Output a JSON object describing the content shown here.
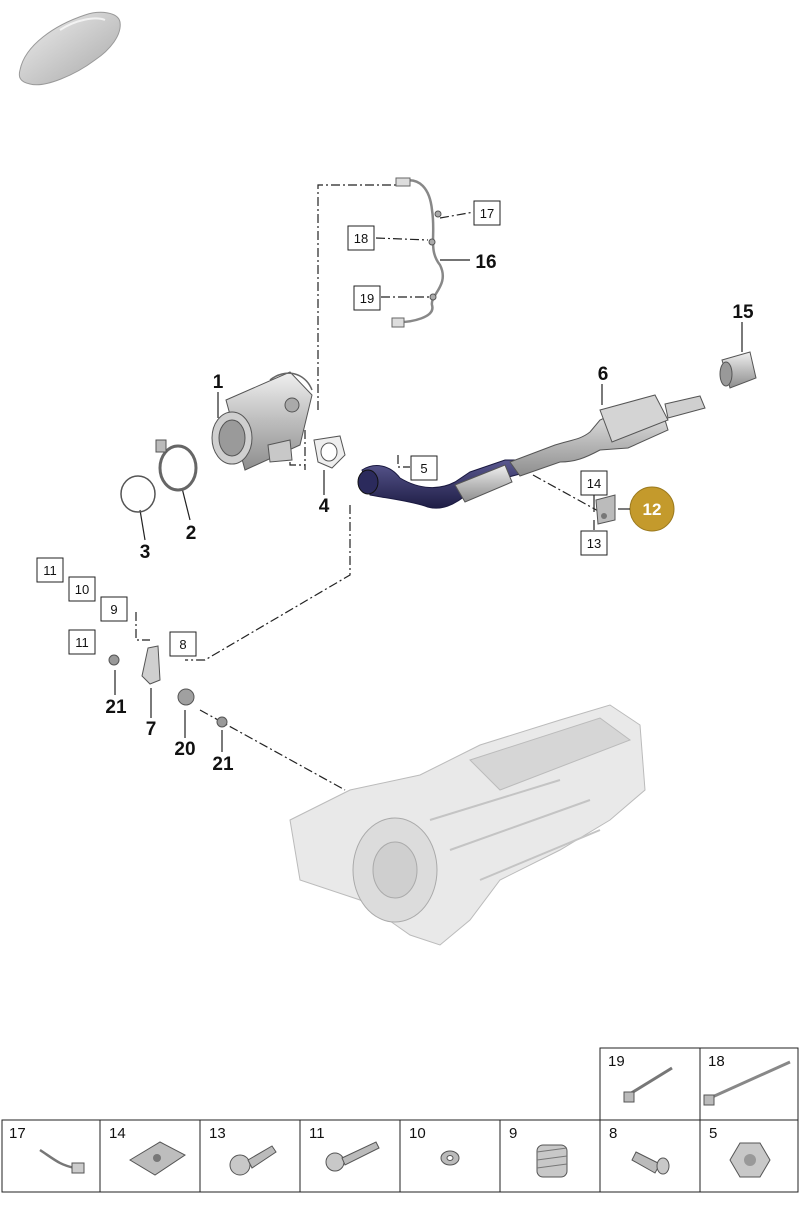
{
  "parts": [
    {
      "id": "p1",
      "label": "1"
    },
    {
      "id": "p2",
      "label": "2"
    },
    {
      "id": "p3",
      "label": "3"
    },
    {
      "id": "p4",
      "label": "4"
    },
    {
      "id": "p6",
      "label": "6"
    },
    {
      "id": "p7",
      "label": "7"
    },
    {
      "id": "p15",
      "label": "15"
    },
    {
      "id": "p16",
      "label": "16"
    },
    {
      "id": "p20",
      "label": "20"
    },
    {
      "id": "p21a",
      "label": "21"
    },
    {
      "id": "p21b",
      "label": "21"
    }
  ],
  "boxed_refs": {
    "r5": "5",
    "r8": "8",
    "r9": "9",
    "r10": "10",
    "r11a": "11",
    "r11b": "11",
    "r13": "13",
    "r14": "14",
    "r17": "17",
    "r18": "18",
    "r19": "19"
  },
  "highlight": {
    "label": "12",
    "color": "#c49a2c"
  },
  "legend_top": [
    "19",
    "18"
  ],
  "legend_bottom": [
    "17",
    "14",
    "13",
    "11",
    "10",
    "9",
    "8",
    "5"
  ],
  "colors": {
    "pipe": "#2b2a5c",
    "part_fill": "#d9d9d9",
    "car": "#cfcfcf"
  },
  "icons": [
    "car-silhouette-icon",
    "catalytic-converter-icon",
    "exhaust-pipe-icon",
    "transmission-icon"
  ]
}
